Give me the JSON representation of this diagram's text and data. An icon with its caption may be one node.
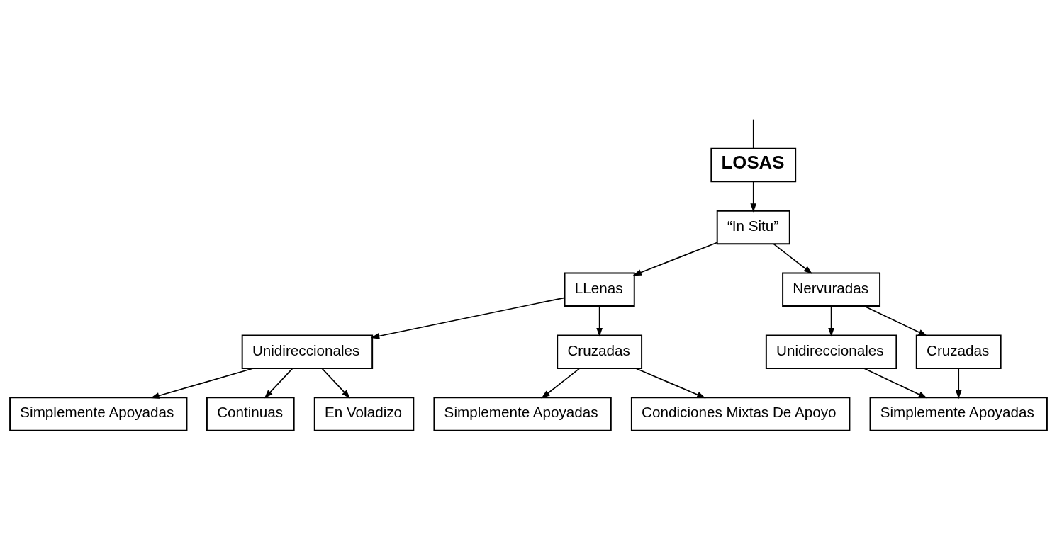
{
  "diagram": {
    "nodes": [
      {
        "text": [
          "LOSAS"
        ]
      },
      {
        "text": [
          "“In Situ”"
        ]
      },
      {
        "text": [
          "LLenas"
        ]
      },
      {
        "text": [
          "Nervuradas"
        ]
      },
      {
        "text": [
          "Unidireccionales"
        ]
      },
      {
        "text": [
          "Cruzadas"
        ]
      },
      {
        "text": [
          "Simplemente Apoyadas"
        ]
      },
      {
        "text": [
          "Continuas"
        ]
      },
      {
        "text": [
          "En Voladizo"
        ]
      },
      {
        "text": [
          "Simplemente Apoyadas"
        ]
      },
      {
        "text": [
          "Condiciones Mixtas De Apoyo"
        ]
      },
      {
        "text": [
          "Unidireccionales"
        ]
      },
      {
        "text": [
          "Cruzadas"
        ]
      },
      {
        "text": [
          "Simplemente Apoyadas"
        ]
      }
    ],
    "edges": [
      {
        "from": null,
        "to": 0,
        "arrow": "none"
      },
      {
        "from": 0,
        "to": 1,
        "arrow": "to"
      },
      {
        "from": 1,
        "to": 2,
        "arrow": "to"
      },
      {
        "from": 1,
        "to": 3,
        "arrow": "to"
      },
      {
        "from": 2,
        "to": 4,
        "arrow": "to"
      },
      {
        "from": 2,
        "to": 5,
        "arrow": "to"
      },
      {
        "from": 4,
        "to": 6,
        "arrow": "to"
      },
      {
        "from": 4,
        "to": 7,
        "arrow": "to"
      },
      {
        "from": 4,
        "to": 8,
        "arrow": "to"
      },
      {
        "from": 5,
        "to": 9,
        "arrow": "to"
      },
      {
        "from": 5,
        "to": 10,
        "arrow": "to"
      },
      {
        "from": 3,
        "to": 11,
        "arrow": "to"
      },
      {
        "from": 3,
        "to": 12,
        "arrow": "to"
      },
      {
        "from": 11,
        "to": 13,
        "arrow": "to"
      },
      {
        "from": 12,
        "to": 13,
        "arrow": "to"
      }
    ]
  }
}
